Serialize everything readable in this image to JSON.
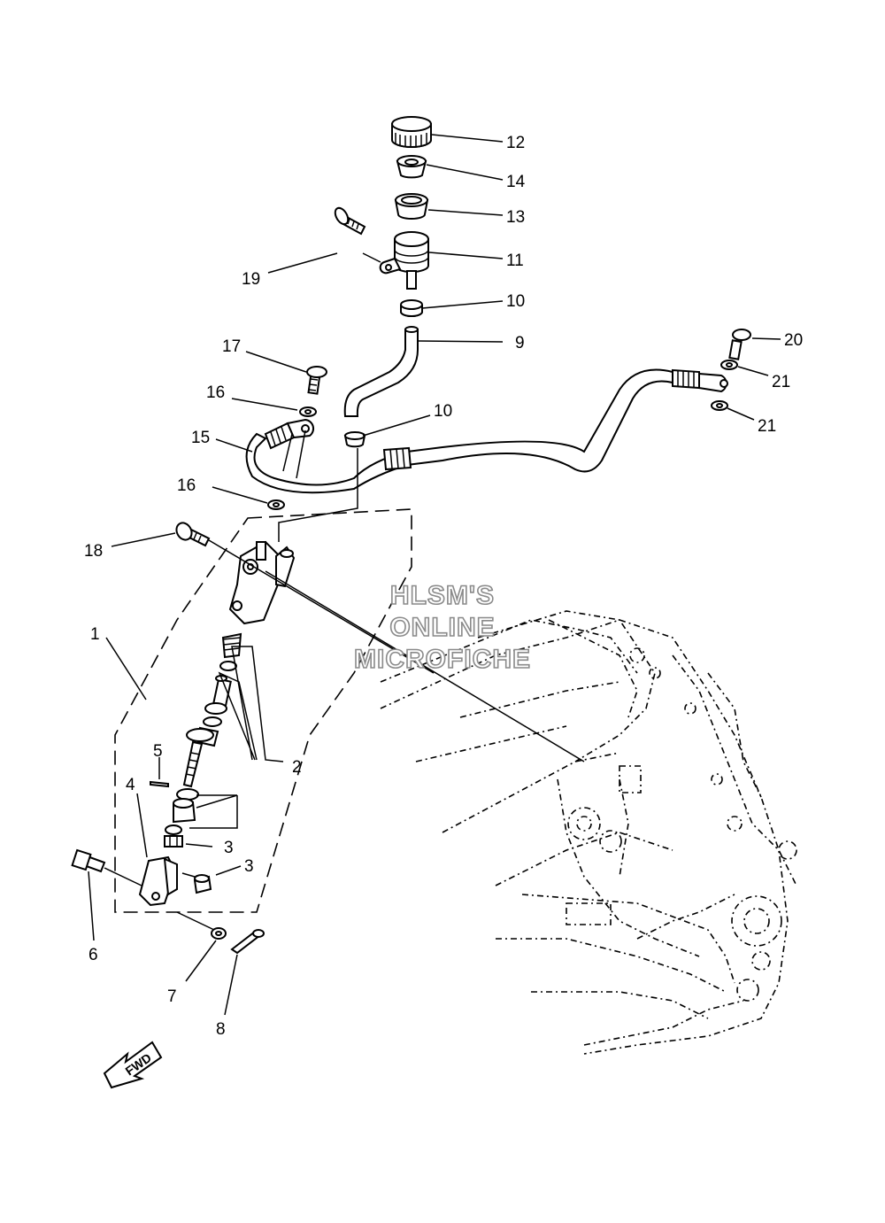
{
  "watermark": {
    "line1": "HLSM'S",
    "line2": "ONLINE",
    "line3": "MICROFICHE"
  },
  "fwd_label": "FWD",
  "callouts": [
    {
      "id": "c12",
      "label": "12"
    },
    {
      "id": "c14",
      "label": "14"
    },
    {
      "id": "c13",
      "label": "13"
    },
    {
      "id": "c11",
      "label": "11"
    },
    {
      "id": "c19",
      "label": "19"
    },
    {
      "id": "c10a",
      "label": "10"
    },
    {
      "id": "c9",
      "label": "9"
    },
    {
      "id": "c20",
      "label": "20"
    },
    {
      "id": "c21a",
      "label": "21"
    },
    {
      "id": "c21b",
      "label": "21"
    },
    {
      "id": "c17",
      "label": "17"
    },
    {
      "id": "c16a",
      "label": "16"
    },
    {
      "id": "c10b",
      "label": "10"
    },
    {
      "id": "c15",
      "label": "15"
    },
    {
      "id": "c16b",
      "label": "16"
    },
    {
      "id": "c18",
      "label": "18"
    },
    {
      "id": "c1",
      "label": "1"
    },
    {
      "id": "c2",
      "label": "2"
    },
    {
      "id": "c5",
      "label": "5"
    },
    {
      "id": "c4",
      "label": "4"
    },
    {
      "id": "c3a",
      "label": "3"
    },
    {
      "id": "c3b",
      "label": "3"
    },
    {
      "id": "c6",
      "label": "6"
    },
    {
      "id": "c7",
      "label": "7"
    },
    {
      "id": "c8",
      "label": "8"
    }
  ]
}
